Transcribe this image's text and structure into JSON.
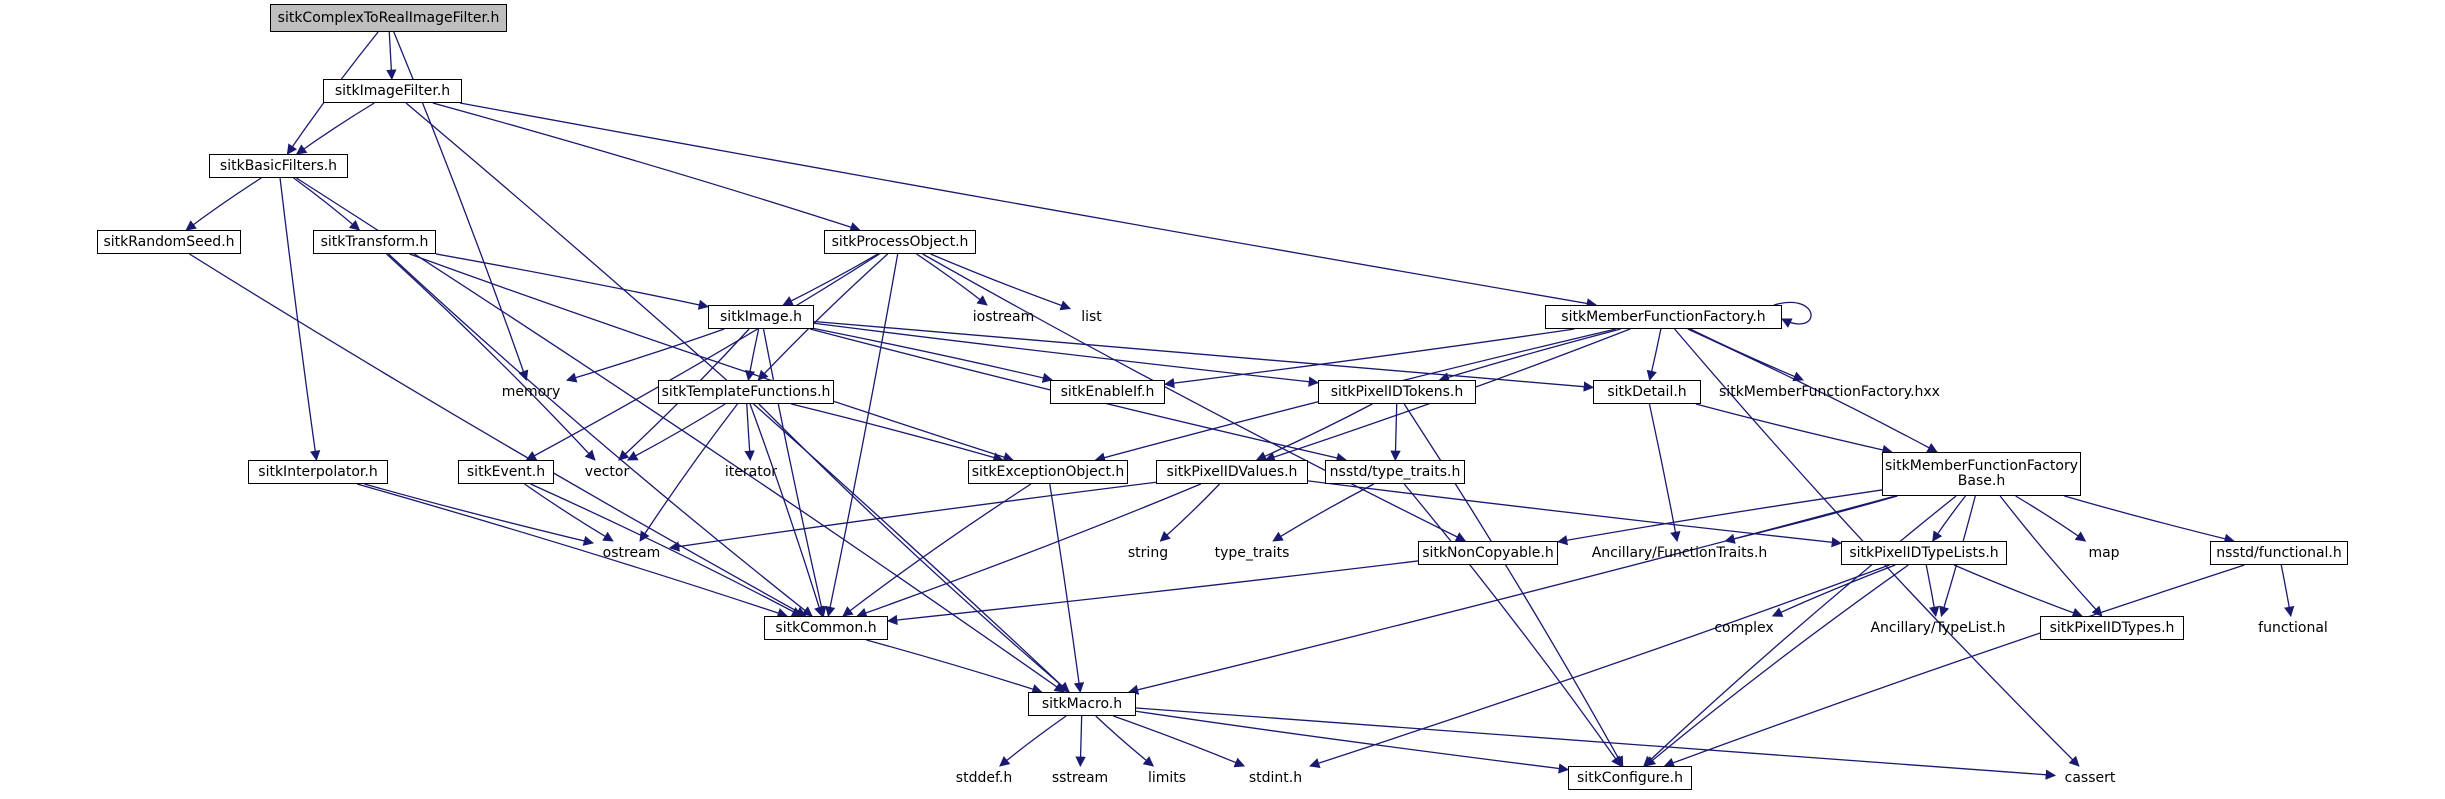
{
  "diagram": {
    "colors": {
      "edge": "#191970",
      "node_border": "#000000",
      "system_border": "#bfbfbf",
      "root_fill": "#bfbfbf",
      "system_text": "#8c8c8c"
    },
    "nodes": [
      {
        "id": "root",
        "label": "sitkComplexToRealImageFilter.h",
        "kind": "root"
      },
      {
        "id": "imagefilter",
        "label": "sitkImageFilter.h",
        "kind": "local"
      },
      {
        "id": "basicfilters",
        "label": "sitkBasicFilters.h",
        "kind": "local"
      },
      {
        "id": "randomseed",
        "label": "sitkRandomSeed.h",
        "kind": "local"
      },
      {
        "id": "transform",
        "label": "sitkTransform.h",
        "kind": "local"
      },
      {
        "id": "processobject",
        "label": "sitkProcessObject.h",
        "kind": "local"
      },
      {
        "id": "memberfactory",
        "label": "sitkMemberFunctionFactory.h",
        "kind": "local"
      },
      {
        "id": "image",
        "label": "sitkImage.h",
        "kind": "local"
      },
      {
        "id": "iostream",
        "label": "iostream",
        "kind": "system"
      },
      {
        "id": "list",
        "label": "list",
        "kind": "system"
      },
      {
        "id": "memory",
        "label": "memory",
        "kind": "system"
      },
      {
        "id": "templatefunctions",
        "label": "sitkTemplateFunctions.h",
        "kind": "local"
      },
      {
        "id": "enableif",
        "label": "sitkEnableIf.h",
        "kind": "local"
      },
      {
        "id": "pixelidtokens",
        "label": "sitkPixelIDTokens.h",
        "kind": "local"
      },
      {
        "id": "detail",
        "label": "sitkDetail.h",
        "kind": "local"
      },
      {
        "id": "memberfactoryhxx",
        "label": "sitkMemberFunctionFactory.hxx",
        "kind": "system"
      },
      {
        "id": "interpolator",
        "label": "sitkInterpolator.h",
        "kind": "local"
      },
      {
        "id": "event",
        "label": "sitkEvent.h",
        "kind": "local"
      },
      {
        "id": "vector",
        "label": "vector",
        "kind": "system"
      },
      {
        "id": "iterator",
        "label": "iterator",
        "kind": "system"
      },
      {
        "id": "exceptionobject",
        "label": "sitkExceptionObject.h",
        "kind": "local"
      },
      {
        "id": "pixelidvalues",
        "label": "sitkPixelIDValues.h",
        "kind": "local"
      },
      {
        "id": "typetraits",
        "label": "nsstd/type_traits.h",
        "kind": "local"
      },
      {
        "id": "memberfactorybase",
        "label": "sitkMemberFunctionFactory Base.h",
        "kind": "local"
      },
      {
        "id": "ostream",
        "label": "ostream",
        "kind": "system"
      },
      {
        "id": "string",
        "label": "string",
        "kind": "system"
      },
      {
        "id": "type_traits",
        "label": "type_traits",
        "kind": "system"
      },
      {
        "id": "noncopyable",
        "label": "sitkNonCopyable.h",
        "kind": "local"
      },
      {
        "id": "functiontraits",
        "label": "Ancillary/FunctionTraits.h",
        "kind": "system"
      },
      {
        "id": "pixelidtypelists",
        "label": "sitkPixelIDTypeLists.h",
        "kind": "local"
      },
      {
        "id": "map",
        "label": "map",
        "kind": "system"
      },
      {
        "id": "functional",
        "label": "nsstd/functional.h",
        "kind": "local"
      },
      {
        "id": "common",
        "label": "sitkCommon.h",
        "kind": "local"
      },
      {
        "id": "complex",
        "label": "complex",
        "kind": "system"
      },
      {
        "id": "typelist",
        "label": "Ancillary/TypeList.h",
        "kind": "system"
      },
      {
        "id": "pixelidtypes",
        "label": "sitkPixelIDTypes.h",
        "kind": "local"
      },
      {
        "id": "functionalstd",
        "label": "functional",
        "kind": "system"
      },
      {
        "id": "macro",
        "label": "sitkMacro.h",
        "kind": "local"
      },
      {
        "id": "stddef",
        "label": "stddef.h",
        "kind": "system"
      },
      {
        "id": "sstream",
        "label": "sstream",
        "kind": "system"
      },
      {
        "id": "limits",
        "label": "limits",
        "kind": "system"
      },
      {
        "id": "stdint",
        "label": "stdint.h",
        "kind": "system"
      },
      {
        "id": "configure",
        "label": "sitkConfigure.h",
        "kind": "local"
      },
      {
        "id": "cassert",
        "label": "cassert",
        "kind": "system"
      }
    ],
    "edges": [
      [
        "root",
        "imagefilter"
      ],
      [
        "root",
        "basicfilters"
      ],
      [
        "root",
        "memory"
      ],
      [
        "imagefilter",
        "basicfilters"
      ],
      [
        "imagefilter",
        "processobject"
      ],
      [
        "imagefilter",
        "memberfactory"
      ],
      [
        "imagefilter",
        "macro"
      ],
      [
        "basicfilters",
        "randomseed"
      ],
      [
        "basicfilters",
        "transform"
      ],
      [
        "basicfilters",
        "interpolator"
      ],
      [
        "basicfilters",
        "macro"
      ],
      [
        "randomseed",
        "common"
      ],
      [
        "transform",
        "image"
      ],
      [
        "transform",
        "exceptionobject"
      ],
      [
        "transform",
        "vector"
      ],
      [
        "transform",
        "common"
      ],
      [
        "processobject",
        "image"
      ],
      [
        "processobject",
        "templatefunctions"
      ],
      [
        "processobject",
        "iostream"
      ],
      [
        "processobject",
        "list"
      ],
      [
        "processobject",
        "event"
      ],
      [
        "processobject",
        "noncopyable"
      ],
      [
        "processobject",
        "common"
      ],
      [
        "memberfactory",
        "memberfactory"
      ],
      [
        "memberfactory",
        "enableif"
      ],
      [
        "memberfactory",
        "pixelidtokens"
      ],
      [
        "memberfactory",
        "detail"
      ],
      [
        "memberfactory",
        "memberfactoryhxx"
      ],
      [
        "memberfactory",
        "memberfactorybase"
      ],
      [
        "memberfactory",
        "exceptionobject"
      ],
      [
        "memberfactory",
        "pixelidvalues"
      ],
      [
        "memberfactory",
        "cassert"
      ],
      [
        "image",
        "memory"
      ],
      [
        "image",
        "templatefunctions"
      ],
      [
        "image",
        "enableif"
      ],
      [
        "image",
        "pixelidtokens"
      ],
      [
        "image",
        "detail"
      ],
      [
        "image",
        "typetraits"
      ],
      [
        "image",
        "vector"
      ],
      [
        "image",
        "common"
      ],
      [
        "templatefunctions",
        "vector"
      ],
      [
        "templatefunctions",
        "iterator"
      ],
      [
        "templatefunctions",
        "exceptionobject"
      ],
      [
        "templatefunctions",
        "ostream"
      ],
      [
        "templatefunctions",
        "common"
      ],
      [
        "templatefunctions",
        "macro"
      ],
      [
        "pixelidtokens",
        "pixelidvalues"
      ],
      [
        "pixelidtokens",
        "typetraits"
      ],
      [
        "pixelidtokens",
        "configure"
      ],
      [
        "detail",
        "memberfactorybase"
      ],
      [
        "detail",
        "functiontraits"
      ],
      [
        "interpolator",
        "ostream"
      ],
      [
        "interpolator",
        "common"
      ],
      [
        "event",
        "ostream"
      ],
      [
        "event",
        "common"
      ],
      [
        "exceptionobject",
        "common"
      ],
      [
        "exceptionobject",
        "macro"
      ],
      [
        "pixelidvalues",
        "ostream"
      ],
      [
        "pixelidvalues",
        "string"
      ],
      [
        "pixelidvalues",
        "pixelidtypelists"
      ],
      [
        "pixelidvalues",
        "common"
      ],
      [
        "typetraits",
        "type_traits"
      ],
      [
        "typetraits",
        "configure"
      ],
      [
        "memberfactorybase",
        "noncopyable"
      ],
      [
        "memberfactorybase",
        "functiontraits"
      ],
      [
        "memberfactorybase",
        "pixelidtypelists"
      ],
      [
        "memberfactorybase",
        "map"
      ],
      [
        "memberfactorybase",
        "functional"
      ],
      [
        "memberfactorybase",
        "typelist"
      ],
      [
        "memberfactorybase",
        "pixelidtypes"
      ],
      [
        "memberfactorybase",
        "macro"
      ],
      [
        "memberfactorybase",
        "configure"
      ],
      [
        "noncopyable",
        "common"
      ],
      [
        "pixelidtypelists",
        "complex"
      ],
      [
        "pixelidtypelists",
        "typelist"
      ],
      [
        "pixelidtypelists",
        "pixelidtypes"
      ],
      [
        "pixelidtypelists",
        "stdint"
      ],
      [
        "pixelidtypelists",
        "configure"
      ],
      [
        "functional",
        "functionalstd"
      ],
      [
        "functional",
        "configure"
      ],
      [
        "common",
        "macro"
      ],
      [
        "macro",
        "stddef"
      ],
      [
        "macro",
        "sstream"
      ],
      [
        "macro",
        "limits"
      ],
      [
        "macro",
        "stdint"
      ],
      [
        "macro",
        "configure"
      ],
      [
        "macro",
        "cassert"
      ]
    ]
  }
}
